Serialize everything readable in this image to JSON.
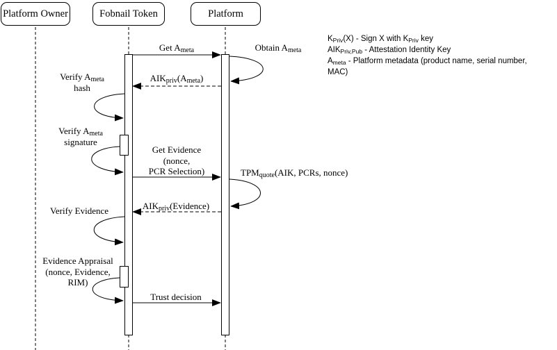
{
  "actors": [
    {
      "label": "Platform Owner"
    },
    {
      "label": "Fobnail Token"
    },
    {
      "label": "Platform"
    }
  ],
  "messages": {
    "get_ameta": {
      "t1": "Get A",
      "s1": "meta"
    },
    "obtain_ameta": {
      "t1": "Obtain A",
      "s1": "meta"
    },
    "aik_ameta": {
      "t1": "AIK",
      "s1": "priv",
      "t2": "(A",
      "s2": "meta",
      "t3": ")"
    },
    "verify_hash": {
      "t1": "Verify A",
      "s1": "meta",
      "line2": "hash"
    },
    "verify_signature": {
      "t1": "Verify A",
      "s1": "meta",
      "line2": "signature"
    },
    "get_evidence": {
      "line1": "Get Evidence",
      "line2": "(nonce,",
      "line3": "PCR Selection)"
    },
    "tpm_quote": {
      "t1": "TPM",
      "s1": "quote",
      "t2": "(AIK, PCRs, nonce)"
    },
    "aik_evidence": {
      "t1": "AIK",
      "s1": "priv",
      "t2": "(Evidence)"
    },
    "verify_evidence": {
      "line1": "Verify Evidence"
    },
    "evidence_appraisal": {
      "line1": "Evidence Appraisal",
      "line2": "(nonce, Evidence,",
      "line3": "RIM)"
    },
    "trust_decision": {
      "line1": "Trust decision"
    }
  },
  "legend": {
    "line1": {
      "t1": "K",
      "s1": "Priv",
      "t2": "(X) - Sign X with K",
      "s2": "Priv",
      "t3": " key"
    },
    "line2": {
      "t1": "AIK",
      "s1": "Priv,Pub",
      "t2": " - Attestation Identity Key"
    },
    "line3": {
      "t1": "A",
      "s1": "meta",
      "t2": " - Platform metadata (product name, serial number,"
    },
    "line4": {
      "t1": "MAC)"
    }
  },
  "colors": {
    "line": "#000000",
    "background": "#ffffff"
  }
}
